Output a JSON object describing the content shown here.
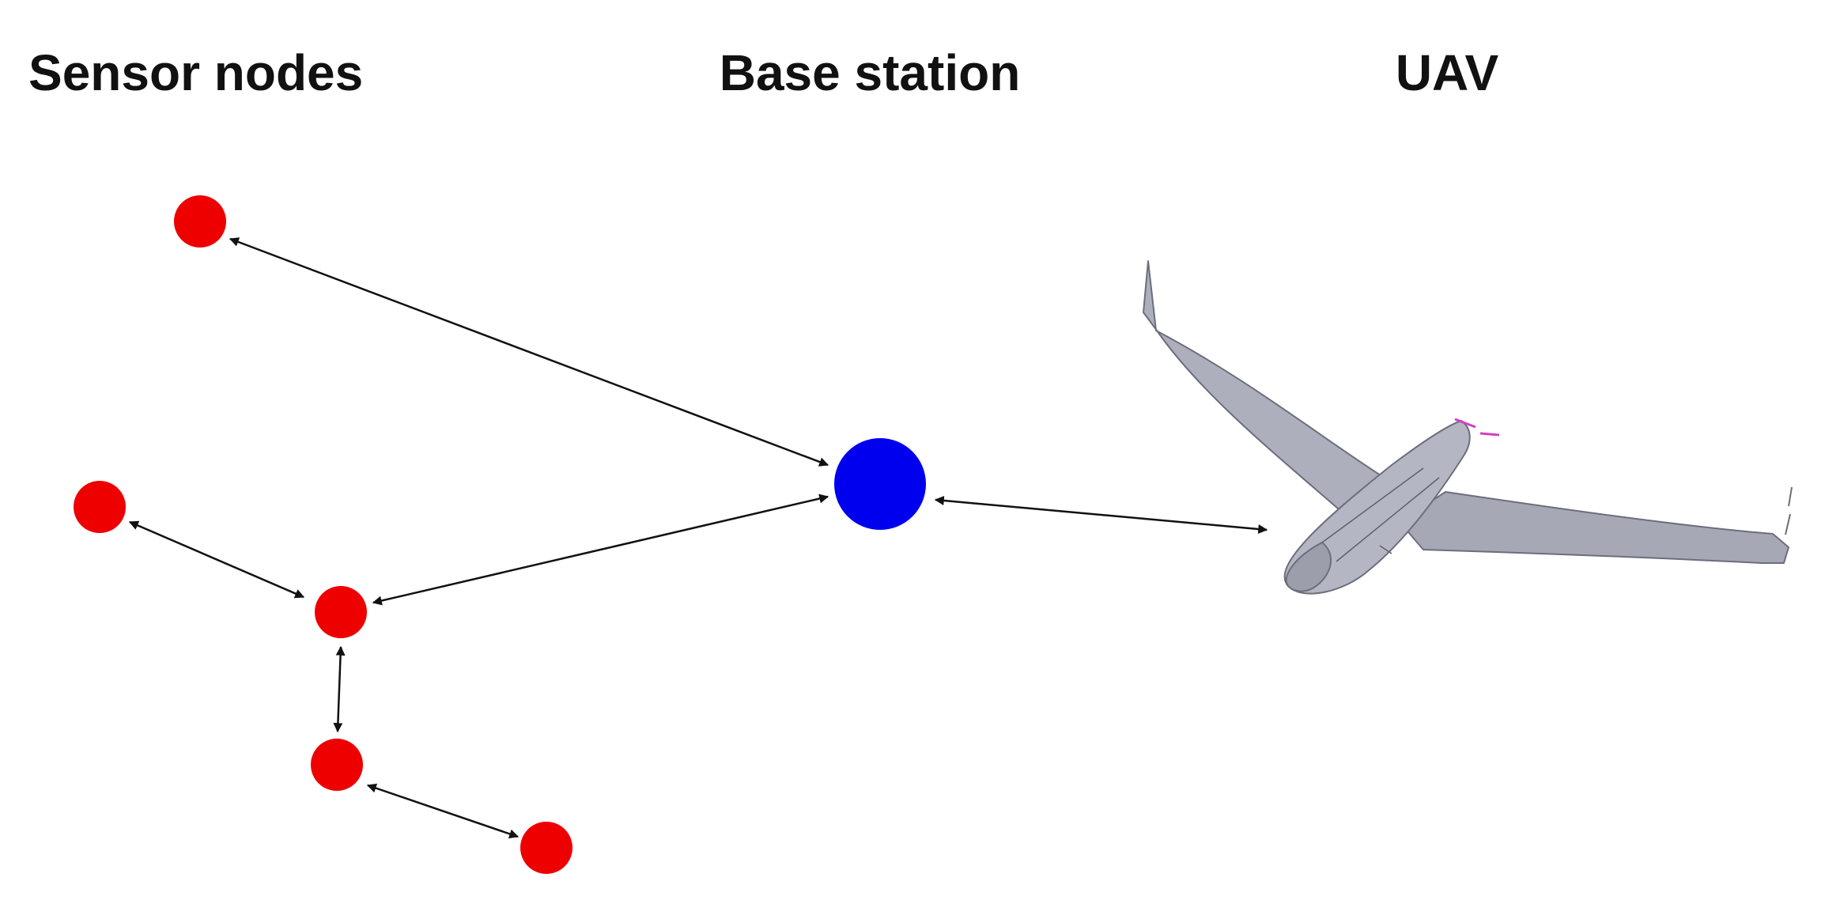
{
  "labels": {
    "sensor_nodes": "Sensor nodes",
    "base_station": "Base station",
    "uav": "UAV"
  },
  "colors": {
    "sensor_node": "#ee0000",
    "base_station": "#0000ee",
    "link": "#111111",
    "uav_body": "#a8aab8",
    "uav_edge": "#6c6e7c",
    "uav_propeller": "#d040c0"
  },
  "icons": {
    "uav": "uav-airplane-icon"
  }
}
